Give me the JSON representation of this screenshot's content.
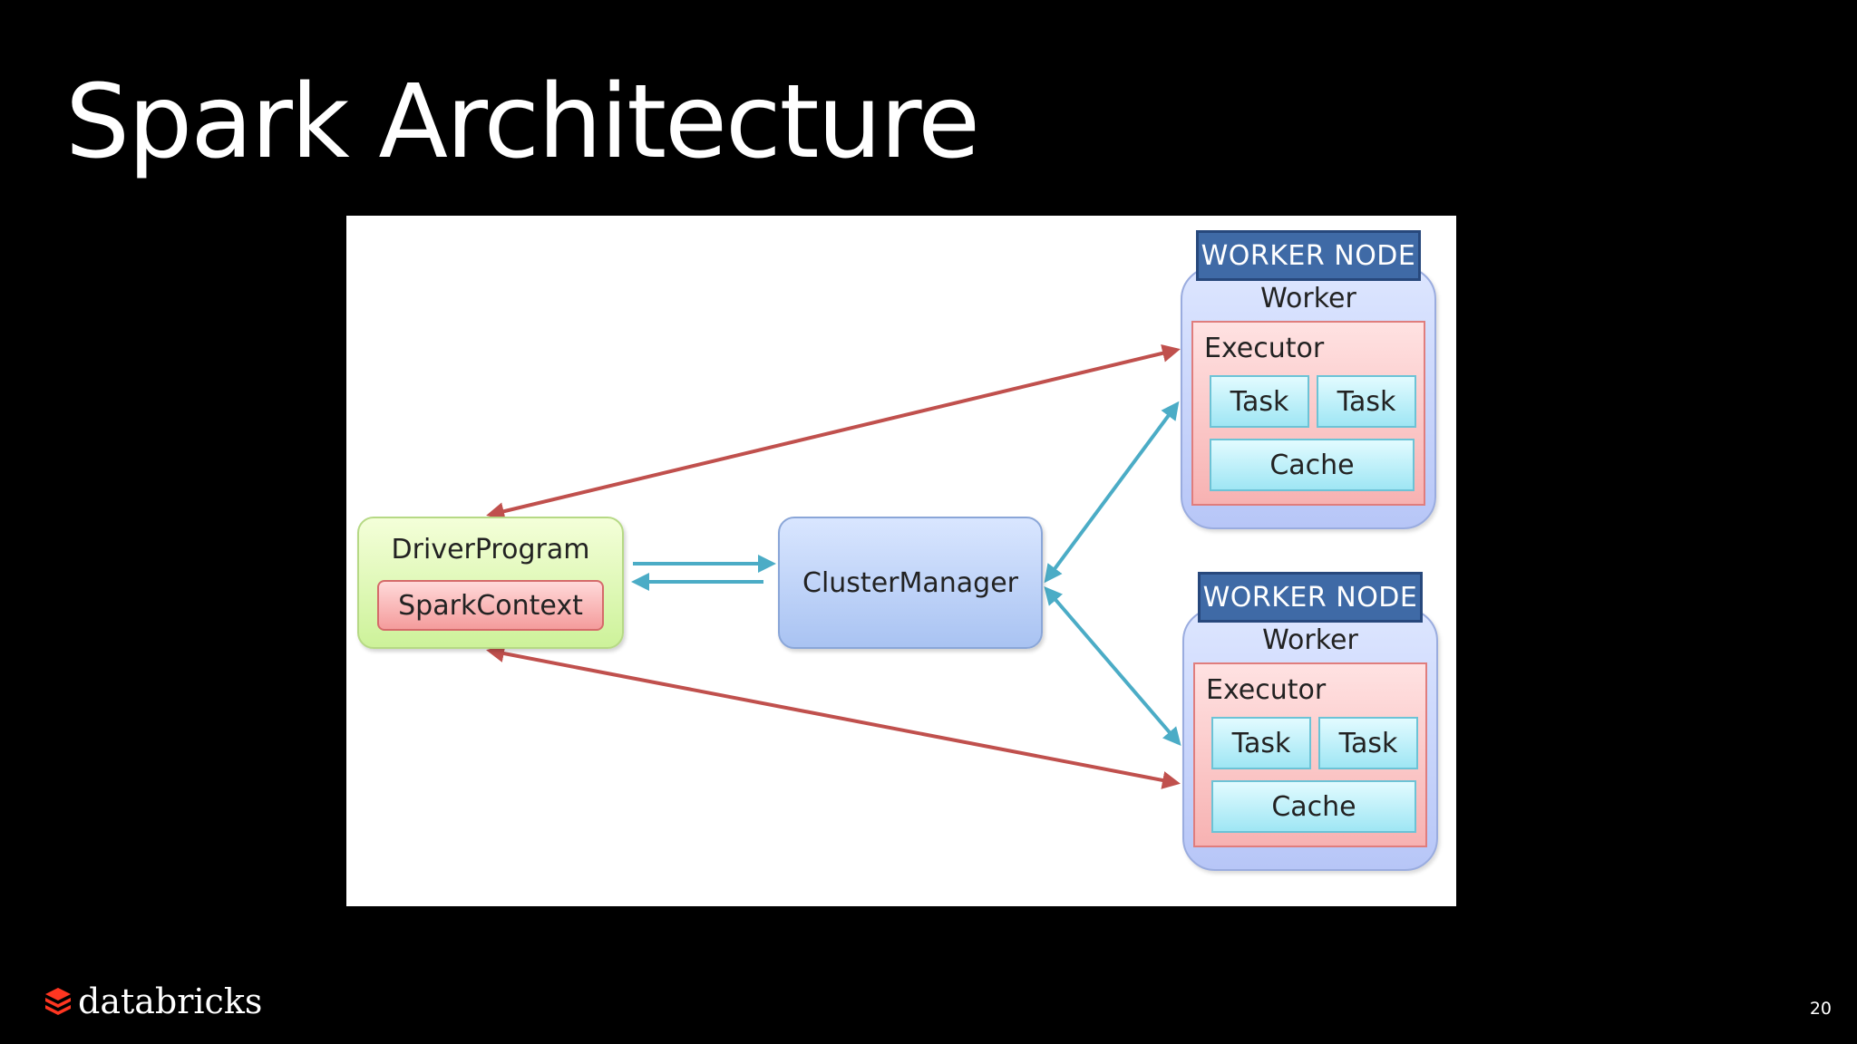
{
  "slide": {
    "title": "Spark Architecture",
    "page_number": "20",
    "logo_text": "databricks"
  },
  "diagram": {
    "driver": {
      "label": "DriverProgram",
      "context_label": "SparkContext"
    },
    "cluster_manager": {
      "label": "ClusterManager"
    },
    "worker_nodes": [
      {
        "header": "WORKER NODE",
        "worker_label": "Worker",
        "executor_label": "Executor",
        "tasks": [
          "Task",
          "Task"
        ],
        "cache_label": "Cache"
      },
      {
        "header": "WORKER NODE",
        "worker_label": "Worker",
        "executor_label": "Executor",
        "tasks": [
          "Task",
          "Task"
        ],
        "cache_label": "Cache"
      }
    ],
    "colors": {
      "red_arrow": "#c0504d",
      "blue_arrow": "#4bacc6",
      "header": "#3f6aa6"
    }
  }
}
